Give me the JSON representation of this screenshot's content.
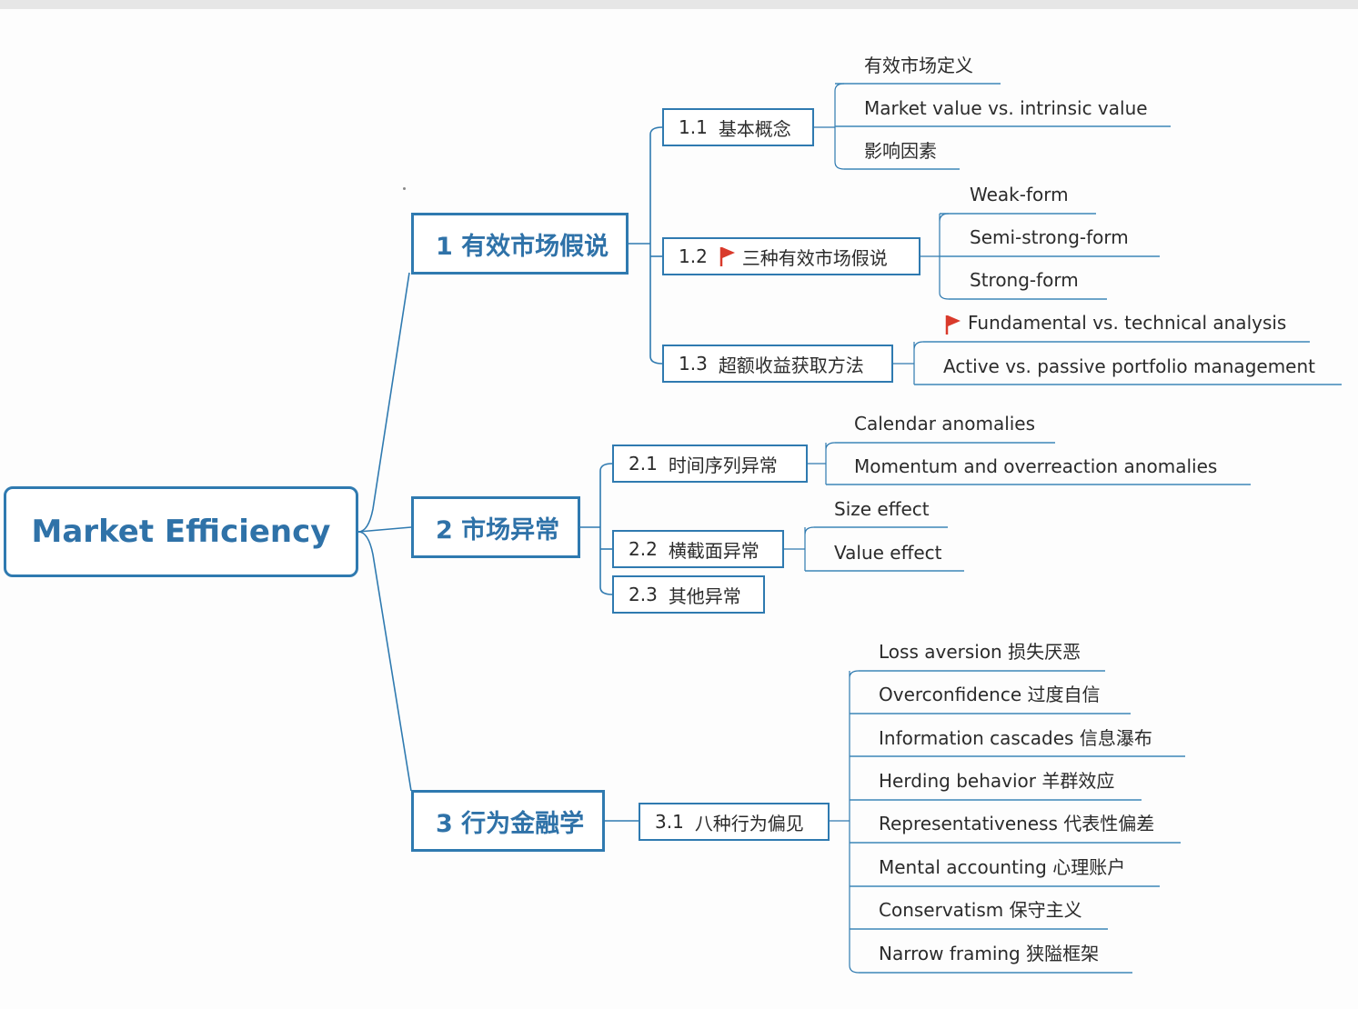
{
  "root": {
    "label": "Market Efficiency"
  },
  "topics": [
    {
      "label": "1 有效市场假说",
      "subtopics": [
        {
          "number": "1.1",
          "label": "基本概念",
          "flag": false,
          "leaves": [
            {
              "label": "有效市场定义"
            },
            {
              "label": "Market value vs. intrinsic value"
            },
            {
              "label": "影响因素"
            }
          ]
        },
        {
          "number": "1.2",
          "label": "三种有效市场假说",
          "flag": true,
          "leaves": [
            {
              "label": "Weak-form"
            },
            {
              "label": "Semi-strong-form"
            },
            {
              "label": "Strong-form"
            }
          ]
        },
        {
          "number": "1.3",
          "label": "超额收益获取方法",
          "flag": false,
          "leaves": [
            {
              "label": "Fundamental vs. technical analysis",
              "flag": true
            },
            {
              "label": "Active vs. passive portfolio management"
            }
          ]
        }
      ]
    },
    {
      "label": "2 市场异常",
      "subtopics": [
        {
          "number": "2.1",
          "label": "时间序列异常",
          "leaves": [
            {
              "label": "Calendar anomalies"
            },
            {
              "label": "Momentum and overreaction anomalies"
            }
          ]
        },
        {
          "number": "2.2",
          "label": "横截面异常",
          "leaves": [
            {
              "label": "Size effect"
            },
            {
              "label": "Value effect"
            }
          ]
        },
        {
          "number": "2.3",
          "label": "其他异常",
          "leaves": []
        }
      ]
    },
    {
      "label": "3 行为金融学",
      "subtopics": [
        {
          "number": "3.1",
          "label": "八种行为偏见",
          "leaves": [
            {
              "label": "Loss aversion 损失厌恶"
            },
            {
              "label": "Overconfidence 过度自信"
            },
            {
              "label": "Information cascades 信息瀑布"
            },
            {
              "label": "Herding behavior 羊群效应"
            },
            {
              "label": "Representativeness 代表性偏差"
            },
            {
              "label": "Mental accounting 心理账户"
            },
            {
              "label": "Conservatism 保守主义"
            },
            {
              "label": "Narrow framing 狭隘框架"
            }
          ]
        }
      ]
    }
  ],
  "colors": {
    "accent": "#2f7ab0",
    "flag": "#d93a2b",
    "text": "#2b2b2b"
  }
}
